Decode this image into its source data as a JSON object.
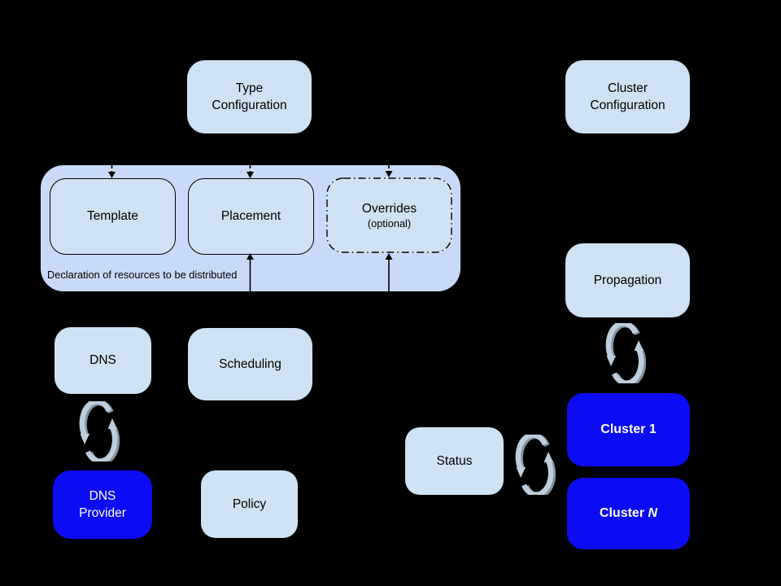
{
  "diagram": {
    "background": "#000000",
    "colors": {
      "light_box_fill": "#cfe2f3",
      "group_fill": "#c9daf8",
      "accent_blue_fill": "#0b0bf4",
      "box_border": "#000000",
      "sync_arrow": "#bfcedd",
      "sync_arrow_shadow": "#8494a3",
      "text_dark": "#000000",
      "text_light": "#ffffff"
    },
    "nodes": {
      "type_configuration": "Type\nConfiguration",
      "cluster_configuration": "Cluster\nConfiguration",
      "template": "Template",
      "placement": "Placement",
      "overrides_title": "Overrides",
      "overrides_subtitle": "(optional)",
      "group_caption": "Declaration of resources to be distributed",
      "dns": "DNS",
      "scheduling": "Scheduling",
      "dns_provider": "DNS\nProvider",
      "policy": "Policy",
      "status": "Status",
      "propagation": "Propagation",
      "cluster_1": "Cluster 1",
      "cluster_n_prefix": "Cluster ",
      "cluster_n_suffix": "N"
    },
    "icons": {
      "sync": "sync-icon"
    }
  }
}
